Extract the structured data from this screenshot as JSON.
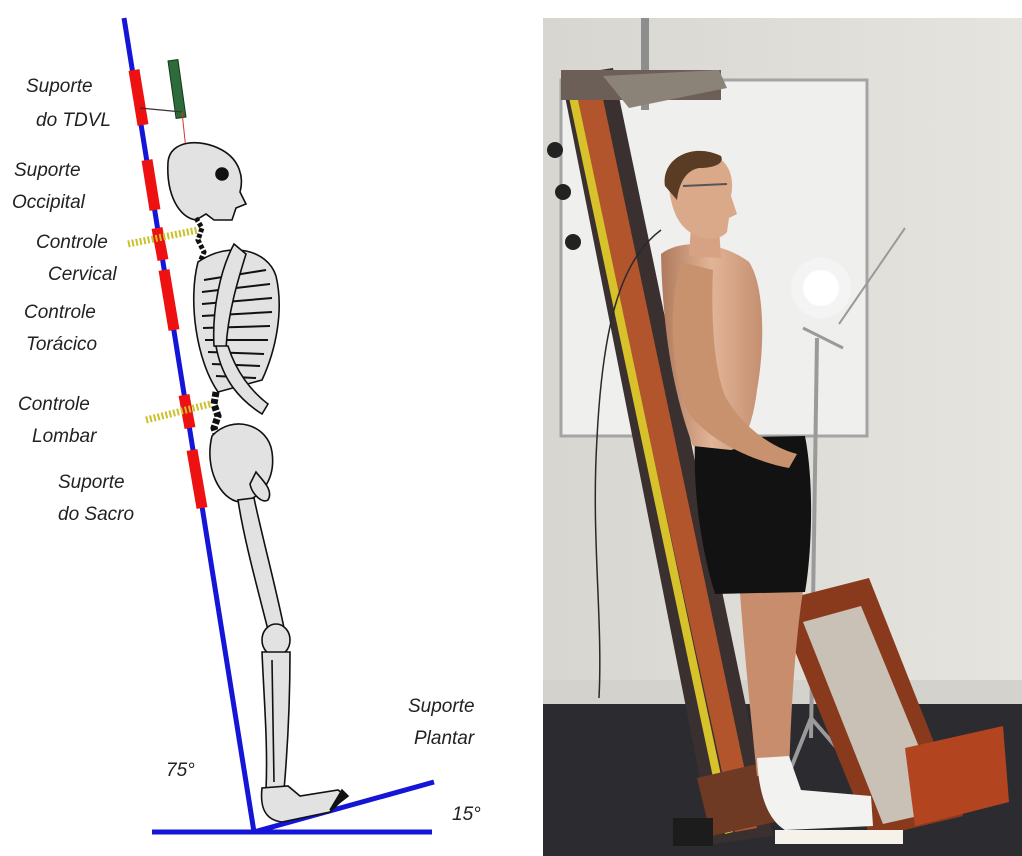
{
  "diagram": {
    "labels": {
      "tdvl": [
        "Suporte",
        "do TDVL"
      ],
      "occipital": [
        "Suporte",
        "Occipital"
      ],
      "cervical": [
        "Controle",
        "Cervical"
      ],
      "toracico": [
        "Controle",
        "Torácico"
      ],
      "lombar": [
        "Controle",
        "Lombar"
      ],
      "sacro": [
        "Suporte",
        "do Sacro"
      ],
      "plantar": [
        "Suporte",
        "Plantar"
      ]
    },
    "angles": {
      "board": "75°",
      "foot": "15°"
    },
    "colors": {
      "board": "#1515d8",
      "support_pad": "#ee1111",
      "screw": "#c9c22a",
      "tdvl_device": "#2e6b3a"
    }
  },
  "photo": {
    "description_icon": "photo-of-subject-on-tilted-board"
  }
}
